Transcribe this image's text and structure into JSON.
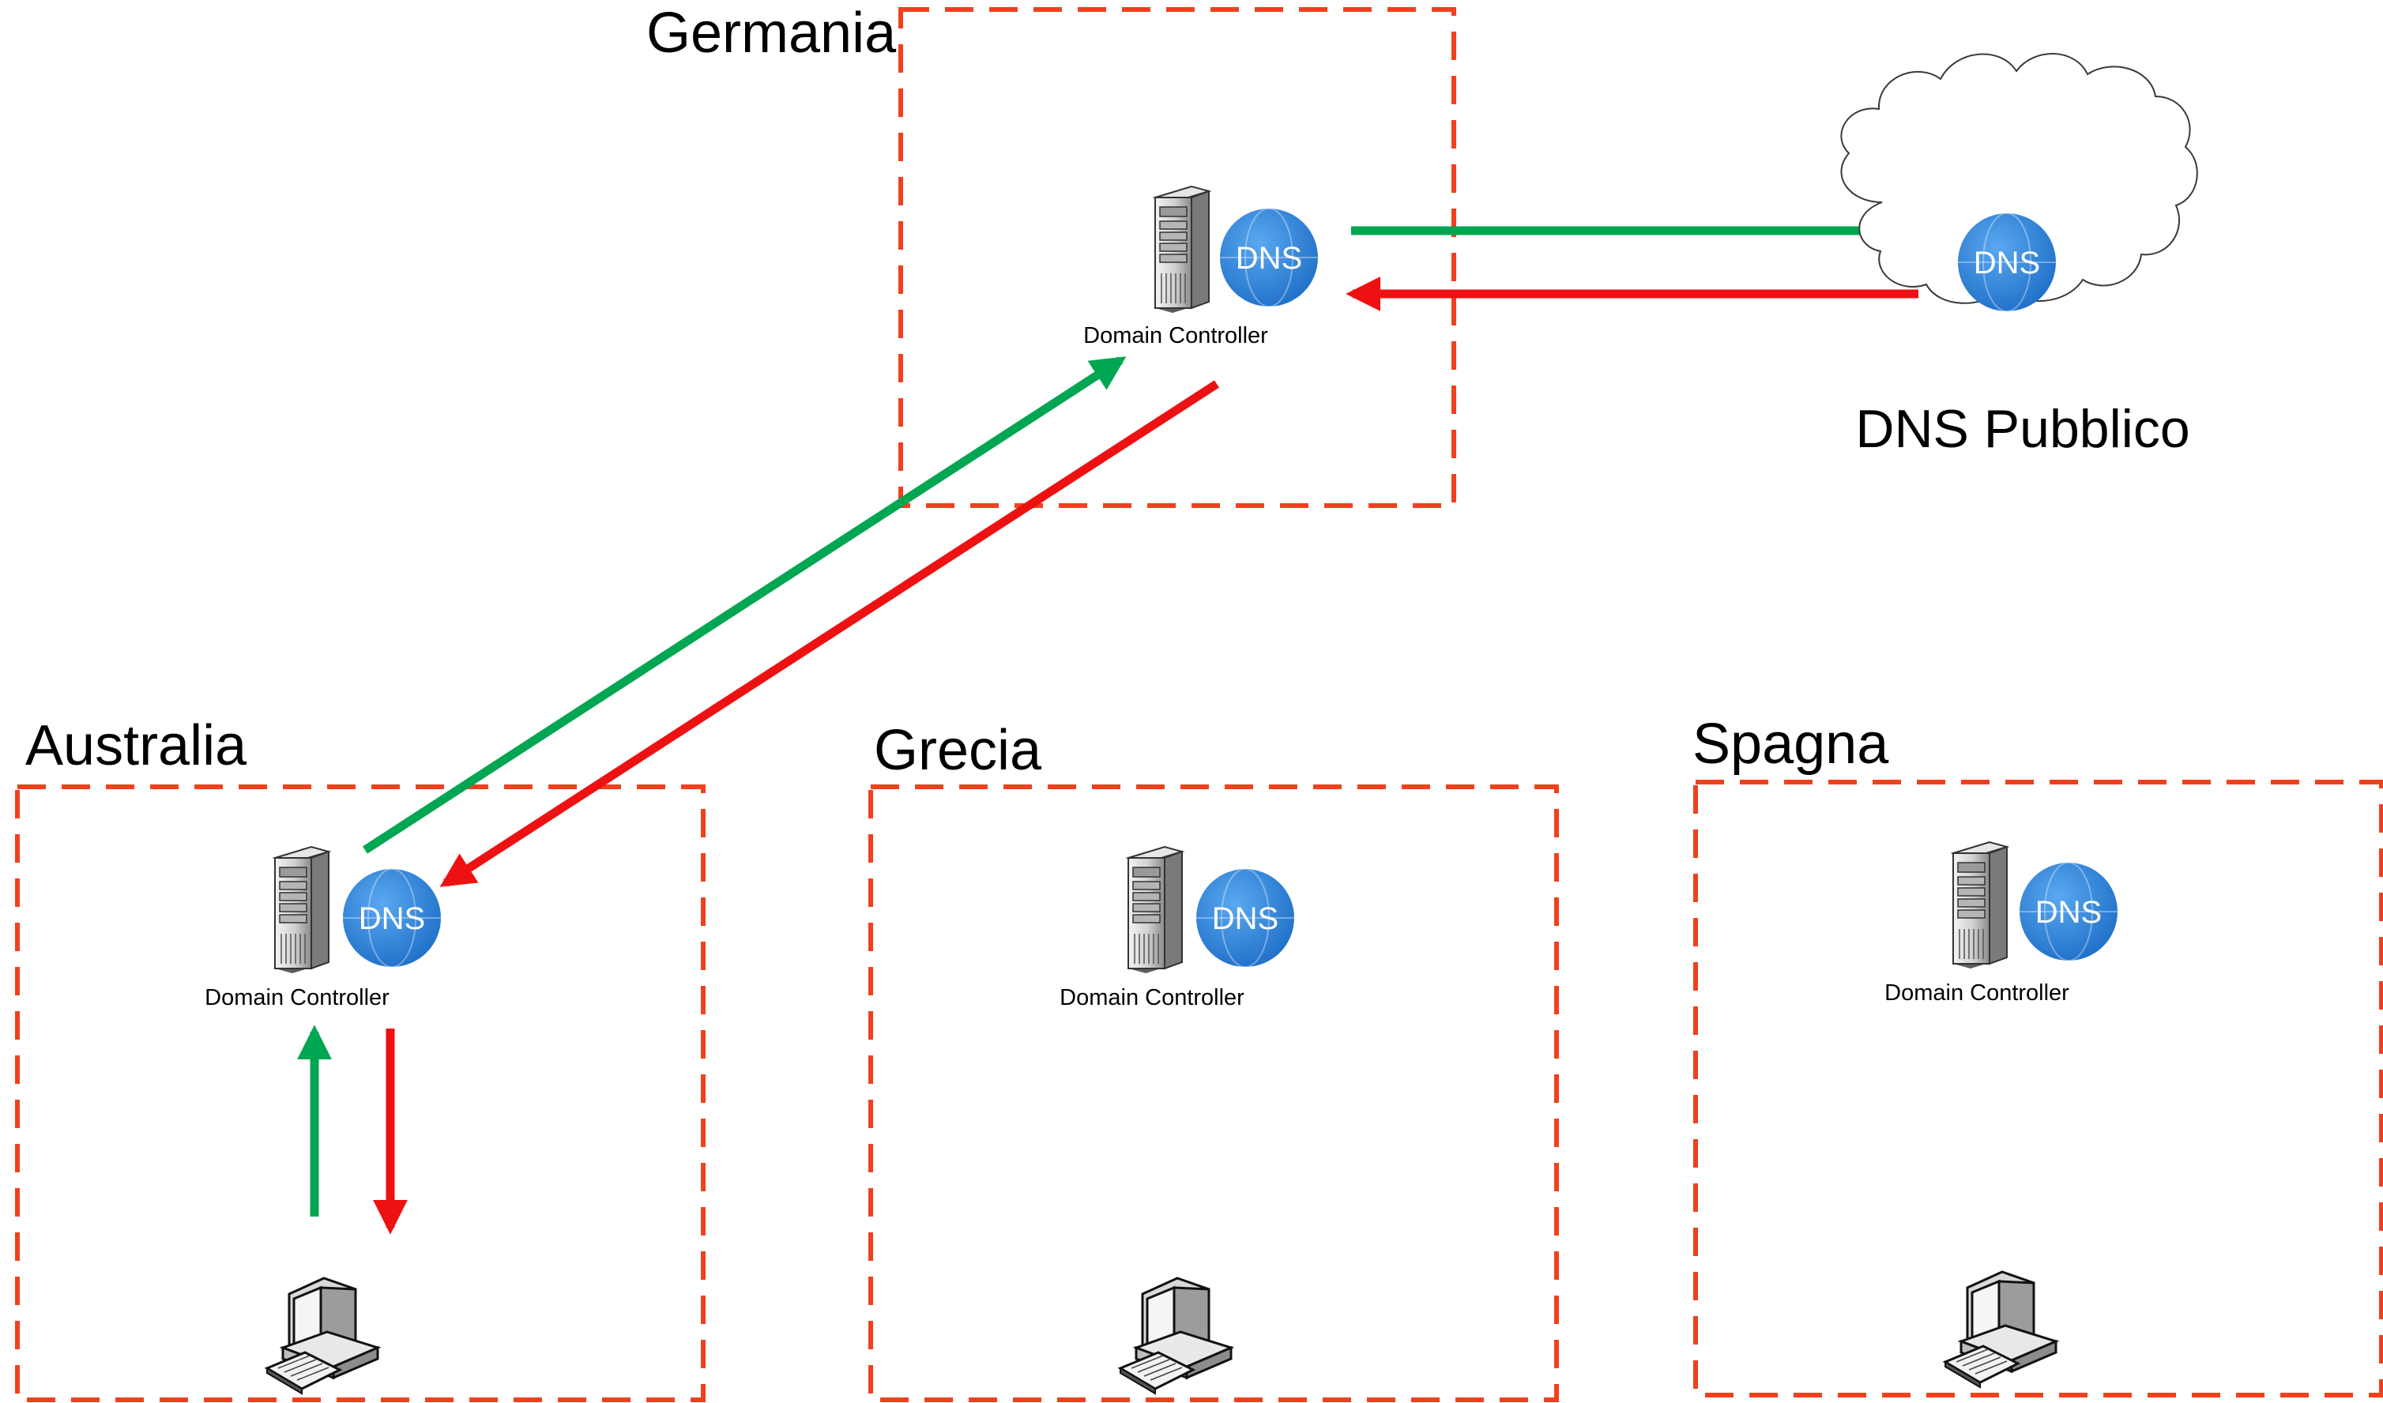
{
  "regions": [
    {
      "id": "germania",
      "title": "Germania",
      "server_label": "Domain Controller",
      "dns_label": "DNS",
      "has_client": false
    },
    {
      "id": "australia",
      "title": "Australia",
      "server_label": "Domain Controller",
      "dns_label": "DNS",
      "has_client": true
    },
    {
      "id": "grecia",
      "title": "Grecia",
      "server_label": "Domain Controller",
      "dns_label": "DNS",
      "has_client": true
    },
    {
      "id": "spagna",
      "title": "Spagna",
      "server_label": "Domain Controller",
      "dns_label": "DNS",
      "has_client": true
    }
  ],
  "public_dns": {
    "label": "DNS Pubblico",
    "dns_label": "DNS"
  },
  "arrows": [
    {
      "from": "australia-server",
      "to": "germania-server",
      "direction": "query",
      "color": "#00a651"
    },
    {
      "from": "germania-server",
      "to": "australia-server",
      "direction": "response",
      "color": "#ee1111"
    },
    {
      "from": "germania-server",
      "to": "public-dns",
      "direction": "query",
      "color": "#00a651"
    },
    {
      "from": "public-dns",
      "to": "germania-server",
      "direction": "response",
      "color": "#ee1111"
    },
    {
      "from": "australia-client",
      "to": "australia-server",
      "direction": "query",
      "color": "#00a651"
    },
    {
      "from": "australia-server",
      "to": "australia-client",
      "direction": "response",
      "color": "#ee1111"
    }
  ],
  "colors": {
    "region_border": "#f0401e",
    "query_arrow": "#00a651",
    "response_arrow": "#ee1111",
    "dns_badge": "#2b7fd8"
  },
  "icons": {
    "server": "server-tower-icon",
    "dns": "dns-globe-icon",
    "client": "desktop-computer-icon",
    "cloud": "cloud-icon"
  }
}
